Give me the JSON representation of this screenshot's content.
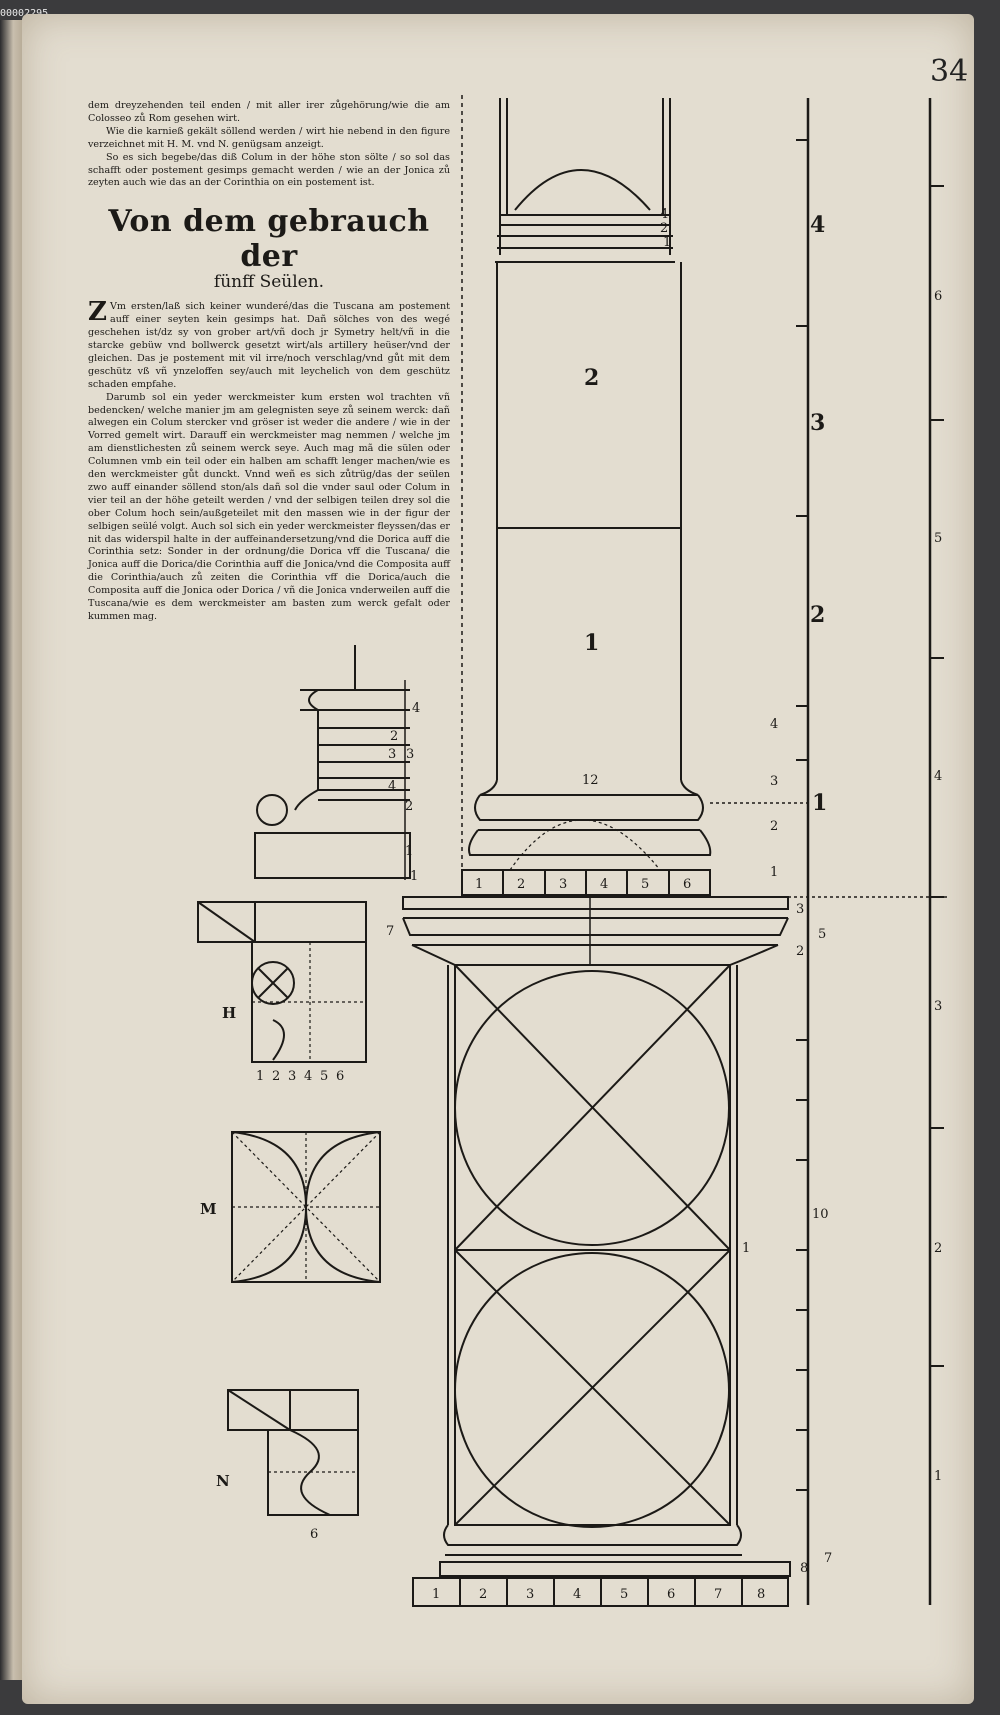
{
  "scan_id": "00002295",
  "folio_number": "34",
  "intro_lines": [
    "dem dreyzehenden teil enden / mit aller irer zůgehörung/wie die am Colosseo zů Rom gesehen wirt.",
    "Wie die karnieß gekält söllend werden / wirt hie nebend in den figure verzeichnet mit H. M. vnd N. genügsam anzeigt.",
    "So es sich begebe/das diß Colum in der höhe ston sölte / so sol das schafft oder postement gesimps gemacht werden / wie an der Jonica zů zeyten auch wie das an der Corinthia on ein postement ist."
  ],
  "heading": "Von dem gebrauch der",
  "subheading": "fünff Seülen.",
  "body_initial": "Z",
  "body_text": "Vm ersten/laß sich keiner wunderé/das die Tuscana am postement auff einer seyten kein gesimps hat. Dañ sölches von des wegé geschehen ist/dz sy von grober art/vñ doch jr Symetry helt/vñ in die starcke gebüw vnd bollwerck gesetzt wirt/als artillery heüser/vnd der gleichen. Das je postement mit vil irre/noch verschlag/vnd gůt mit dem geschütz vß vñ ynzeloffen sey/auch mit leychelich von dem geschütz schaden empfahe.",
  "body_text_2": "Darumb sol ein yeder werckmeister kum ersten wol trachten vñ bedencken/ welche manier jm am gelegnisten seye zů seinem werck: dañ alwegen ein Colum stercker vnd gröser ist weder die andere / wie in der Vorred gemelt wirt. Darauff ein werckmeister mag nemmen / welche jm am dienstlichesten zů seinem werck seye. Auch mag mã die sülen oder Columnen vmb ein teil oder ein halben am schafft lenger machen/wie es den werckmeister gůt dunckt. Vnnd weñ es sich zůtrüg/das der seülen zwo auff einander söllend ston/als dañ sol die vnder saul oder Colum in vier teil an der höhe geteilt werden / vnd der selbigen teilen drey sol die ober Colum hoch sein/außgeteilet mit den massen wie in der figur der selbigen seülé volgt. Auch sol sich ein yeder werckmeister fleyssen/das er nit das widerspil halte in der auffeinandersetzung/vnd die Dorica auff die Corinthia setz: Sonder in der ordnung/die Dorica vff die Tuscana/ die Jonica auff die Dorica/die Corinthia auff die Jonica/vnd die Composita auff die Corinthia/auch zů zeiten die Corinthia vff die Dorica/auch die Composita auff die Jonica oder Dorica / vñ die Jonica vnderweilen auff die Tuscana/wie es dem werckmeister am basten zum werck gefalt oder kummen mag.",
  "figures": {
    "letter_h": "H",
    "letter_m": "M",
    "letter_n": "N",
    "h_scale_numbers": [
      "1",
      "2",
      "3",
      "4",
      "5",
      "6"
    ],
    "profile_numbers": [
      "4",
      "2",
      "3",
      "3",
      "4",
      "2",
      "1",
      "1"
    ],
    "n_marker": "6"
  },
  "column": {
    "shaft_upper_label": "2",
    "shaft_lower_label": "1",
    "capital_fillet_labels": [
      "4",
      "2",
      "1"
    ],
    "neck_label": "12",
    "base_scale": [
      "1",
      "2",
      "3",
      "4",
      "5",
      "6"
    ],
    "cornice_labels": [
      "7",
      "3",
      "5",
      "2"
    ],
    "pedestal_label": "1",
    "plinth_scale": [
      "1",
      "2",
      "3",
      "4",
      "5",
      "6",
      "7",
      "8"
    ],
    "plinth_labels": [
      "8",
      "7"
    ],
    "ruler1_labels": [
      "4",
      "3",
      "2",
      "1",
      "4",
      "3",
      "2",
      "1",
      "10"
    ],
    "ruler2_labels": [
      "6",
      "5",
      "4",
      "3",
      "2",
      "1"
    ]
  }
}
